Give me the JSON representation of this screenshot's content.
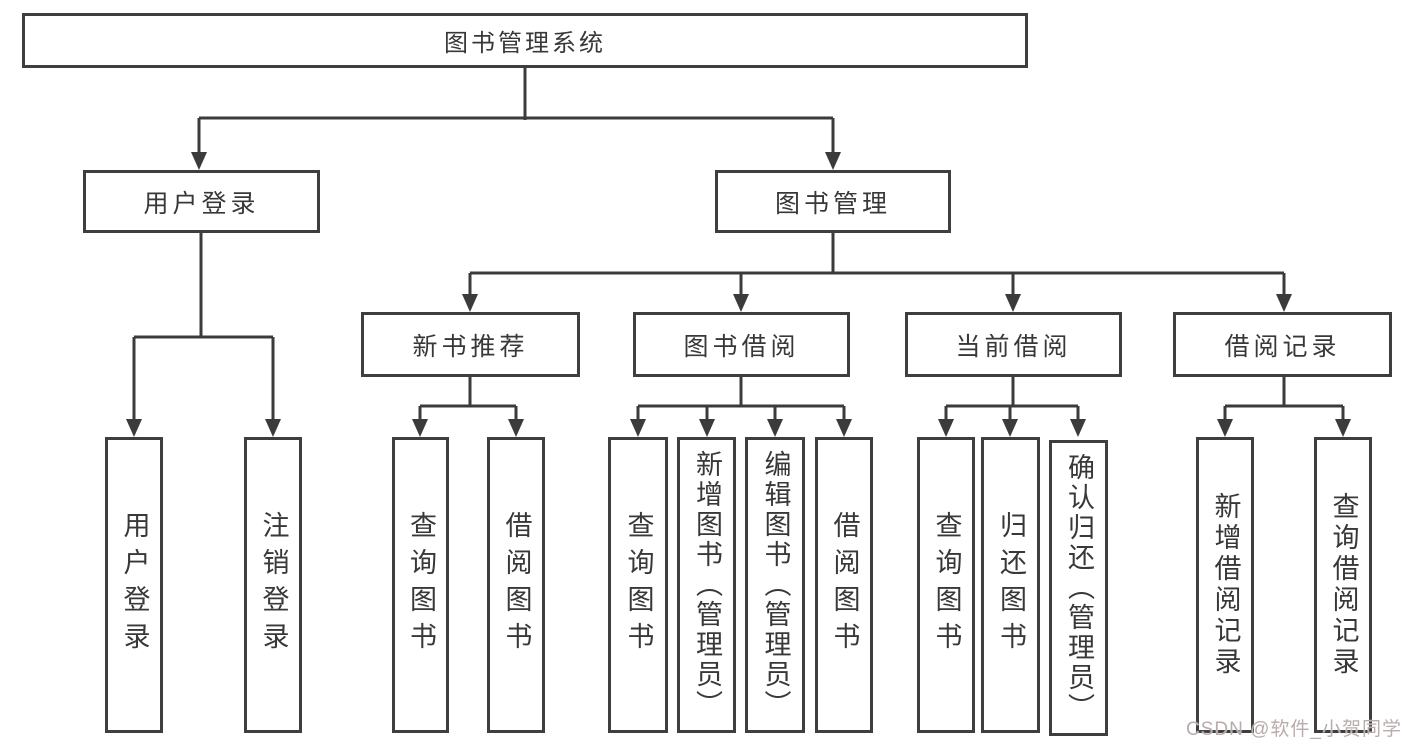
{
  "diagram": {
    "root": {
      "label": "图书管理系统"
    },
    "level2": {
      "user_login": {
        "label": "用户登录"
      },
      "book_management": {
        "label": "图书管理"
      }
    },
    "level3": {
      "new_book_rec": {
        "label": "新书推荐"
      },
      "book_borrowing": {
        "label": "图书借阅"
      },
      "current_borrowing": {
        "label": "当前借阅"
      },
      "borrowing_records": {
        "label": "借阅记录"
      }
    },
    "leaves": {
      "user_login_leaf": {
        "label": "用户登录"
      },
      "logout": {
        "label": "注销登录"
      },
      "nbr_query_books": {
        "label": "查询图书"
      },
      "nbr_borrow_books": {
        "label": "借阅图书"
      },
      "bb_query_books": {
        "label": "查询图书"
      },
      "bb_add_books": {
        "label": "新增图书（管理员）"
      },
      "bb_edit_books": {
        "label": "编辑图书（管理员）"
      },
      "bb_borrow_books": {
        "label": "借阅图书"
      },
      "cb_query_books": {
        "label": "查询图书"
      },
      "cb_return_books": {
        "label": "归还图书"
      },
      "cb_confirm_return": {
        "label": "确认归还（管理员）"
      },
      "br_add_record": {
        "label": "新增借阅记录"
      },
      "br_query_record": {
        "label": "查询借阅记录"
      }
    },
    "colors": {
      "line": "#3b3b3b",
      "border": "#3e3e3e",
      "text": "#383838",
      "background": "#ffffff",
      "watermark": "#b9acac"
    },
    "watermark": "CSDN @软件_小贺同学"
  }
}
